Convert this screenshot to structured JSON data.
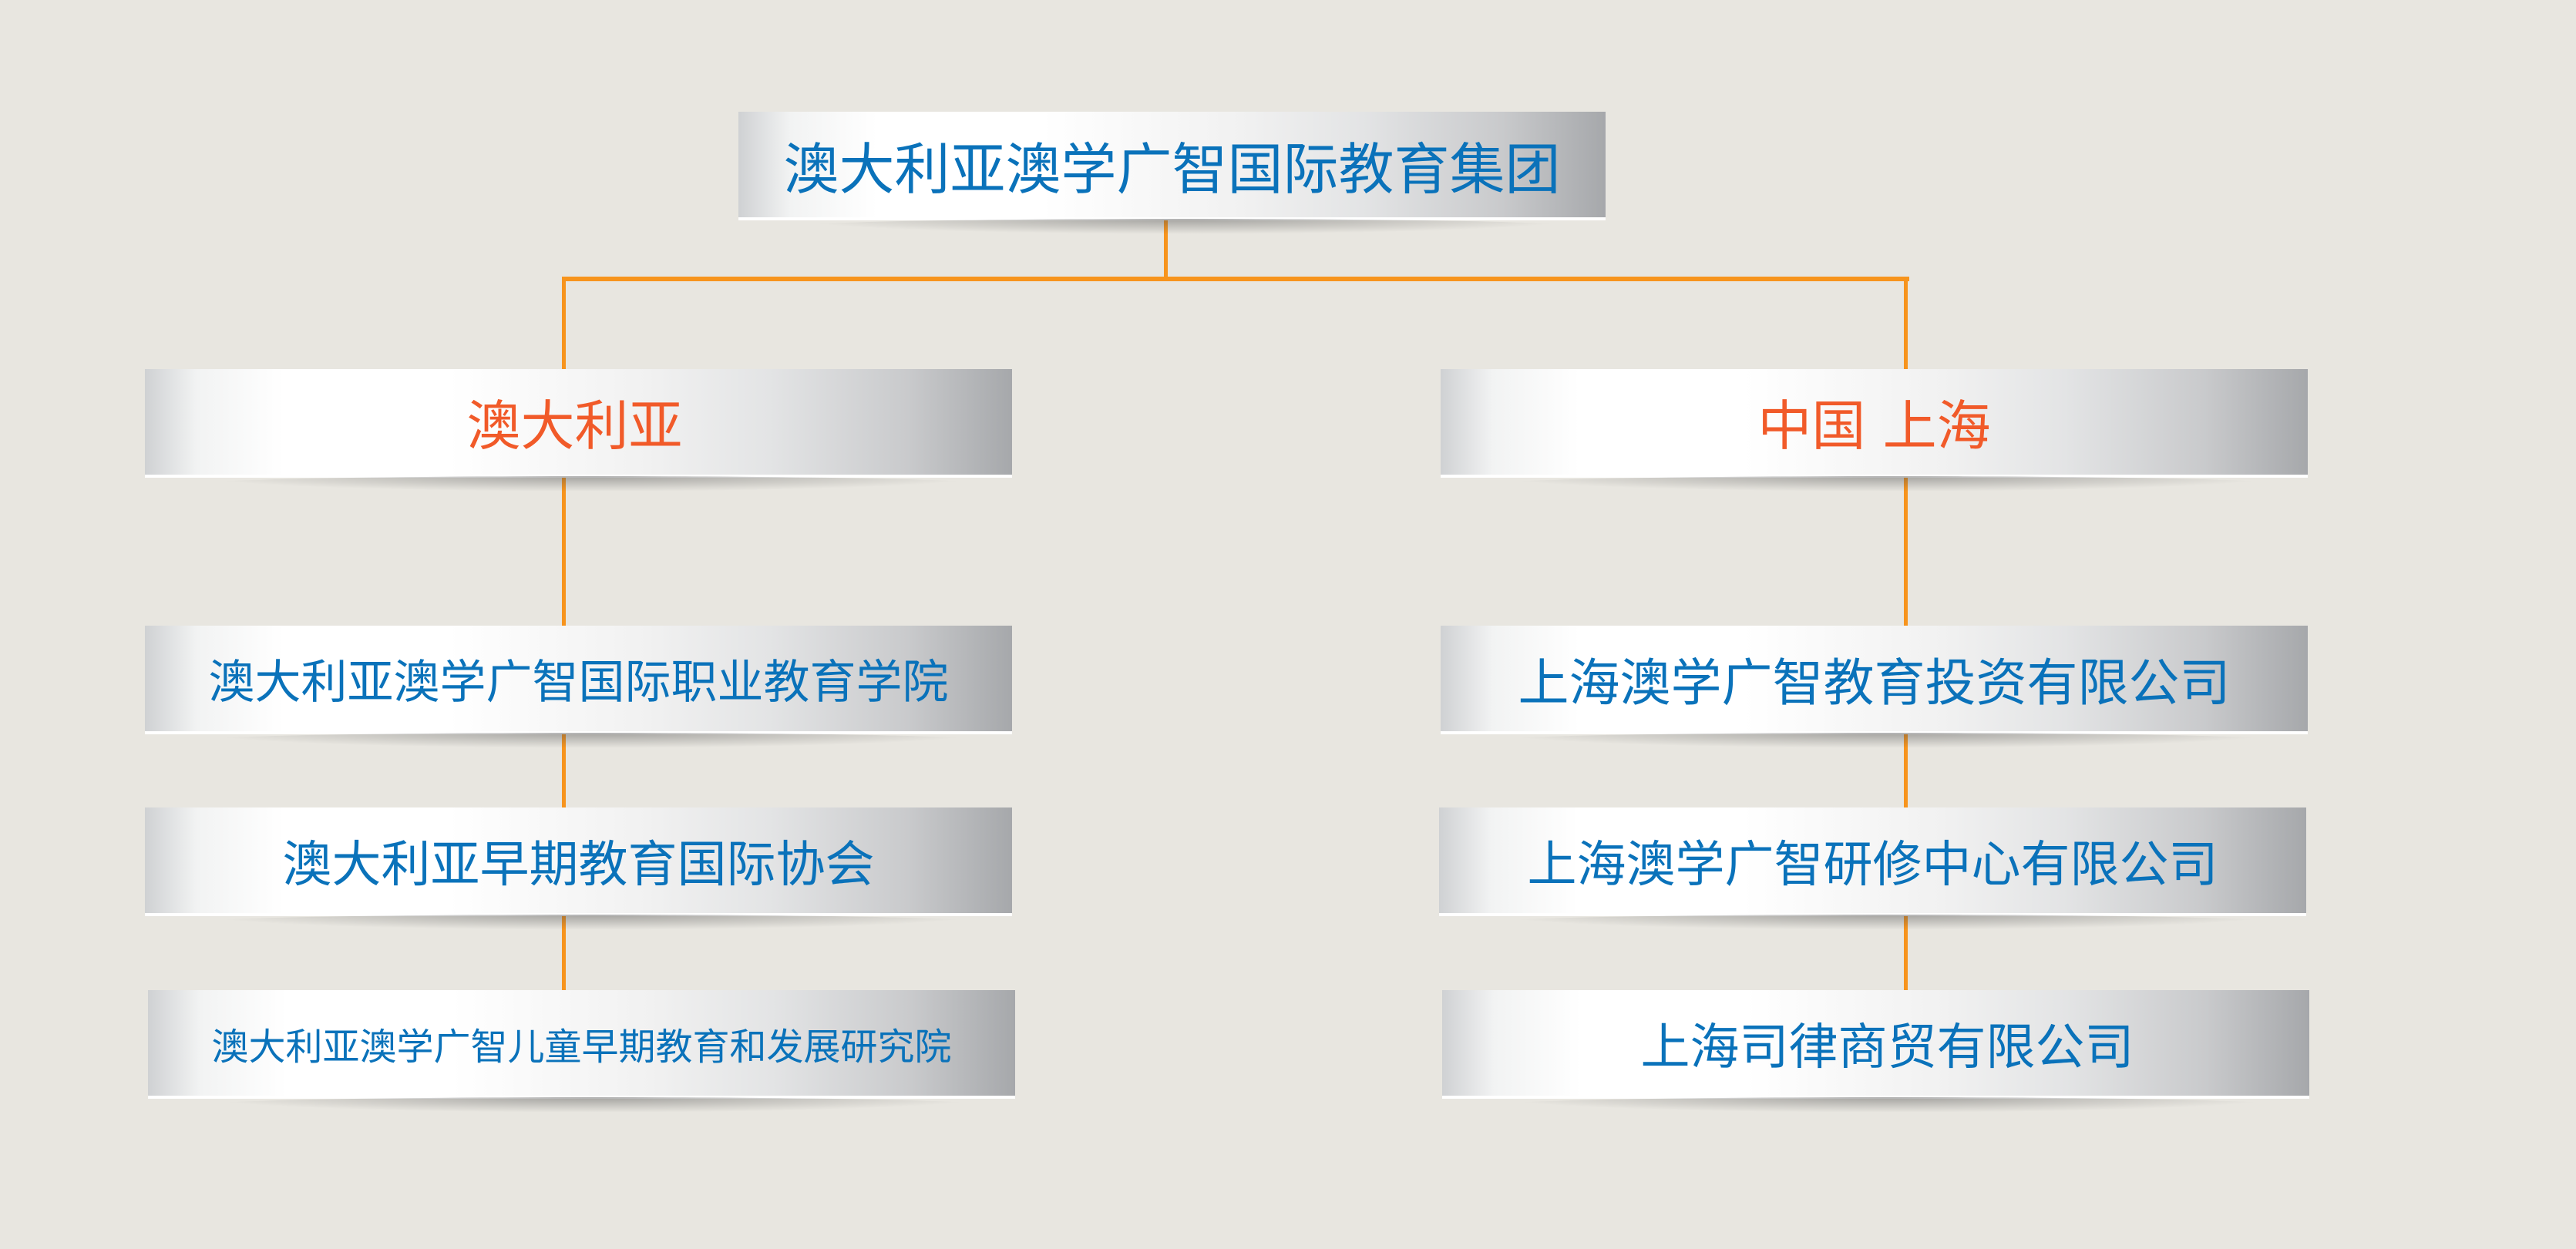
{
  "root": {
    "label": "澳大利亚澳学广智国际教育集团"
  },
  "branches": [
    {
      "label": "澳大利亚",
      "children": [
        "澳大利亚澳学广智国际职业教育学院",
        "澳大利亚早期教育国际协会",
        "澳大利亚澳学广智儿童早期教育和发展研究院"
      ]
    },
    {
      "label": "中国 上海",
      "children": [
        "上海澳学广智教育投资有限公司",
        "上海澳学广智研修中心有限公司",
        "上海司律商贸有限公司"
      ]
    }
  ],
  "colors": {
    "connector": "#f7941d",
    "root_text": "#0a72ba",
    "branch_text": "#f15a29",
    "child_text": "#0a72ba",
    "background": "#e8e6e0"
  }
}
